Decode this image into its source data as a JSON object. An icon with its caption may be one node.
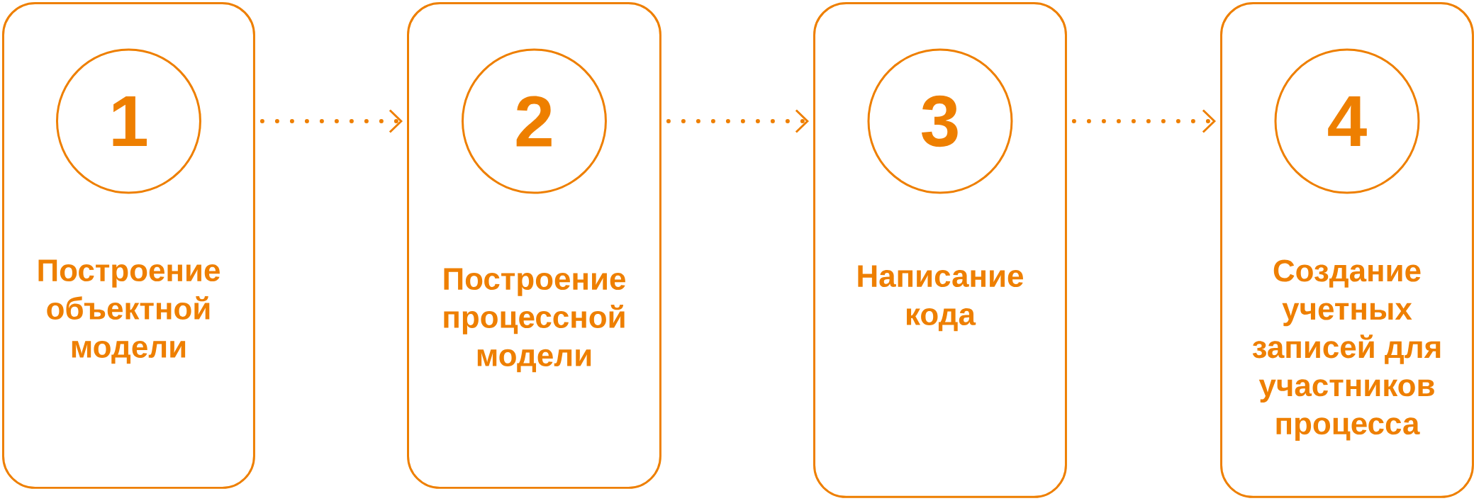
{
  "diagram": {
    "nodes": [
      {
        "text": [
          "Построение объектной модели"
        ]
      },
      {
        "text": [
          "1"
        ],
        "in": 0
      },
      {
        "text": [
          "Построение процессной модели"
        ]
      },
      {
        "text": [
          "2"
        ],
        "in": 2
      },
      {
        "text": [
          "Написание кода"
        ]
      },
      {
        "text": [
          "3"
        ],
        "in": 4
      },
      {
        "text": [
          "Создание учетных записей для участников процесса"
        ]
      },
      {
        "text": [
          "4"
        ],
        "in": 6
      }
    ],
    "edges": [
      {
        "from": 0,
        "to": 2,
        "arrow": "to",
        "style": "dashed"
      },
      {
        "from": 2,
        "to": 4,
        "arrow": "to",
        "style": "dashed"
      },
      {
        "from": 4,
        "to": 6,
        "arrow": "to",
        "style": "dashed"
      }
    ]
  }
}
